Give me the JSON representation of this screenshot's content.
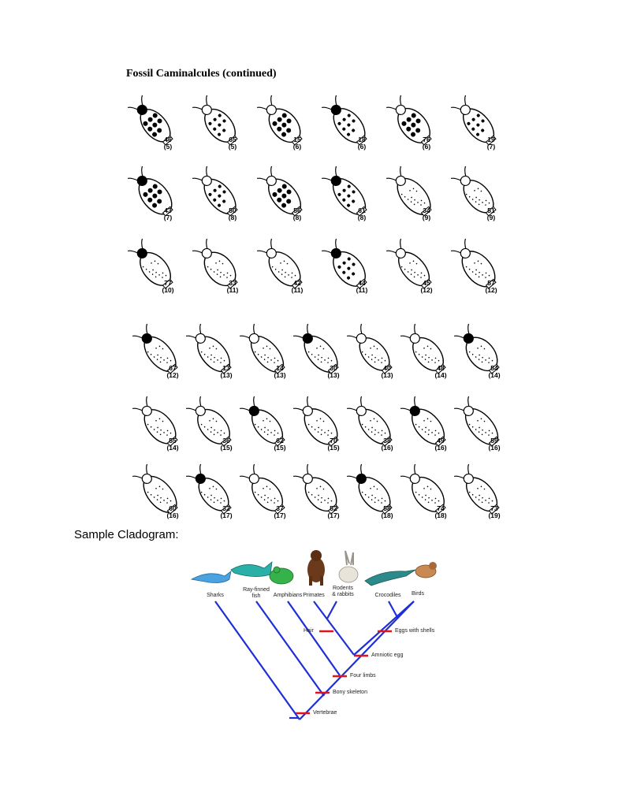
{
  "document": {
    "fossil_title": "Fossil Caminalcules (continued)",
    "specimens": [
      {
        "id": "46",
        "gen": "(5)"
      },
      {
        "id": "65",
        "gen": "(5)"
      },
      {
        "id": "15",
        "gen": "(6)"
      },
      {
        "id": "18",
        "gen": "(6)"
      },
      {
        "id": "76",
        "gen": "(6)"
      },
      {
        "id": "19",
        "gen": "(7)"
      },
      {
        "id": "43",
        "gen": "(7)"
      },
      {
        "id": "50",
        "gen": "(8)"
      },
      {
        "id": "56",
        "gen": "(8)"
      },
      {
        "id": "61",
        "gen": "(8)"
      },
      {
        "id": "34",
        "gen": "(9)"
      },
      {
        "id": "51",
        "gen": "(9)"
      },
      {
        "id": "77",
        "gen": "(10)"
      },
      {
        "id": "33",
        "gen": "(11)"
      },
      {
        "id": "42",
        "gen": "(11)"
      },
      {
        "id": "44",
        "gen": "(11)"
      },
      {
        "id": "45",
        "gen": "(12)"
      },
      {
        "id": "57",
        "gen": "(12)"
      },
      {
        "id": "67",
        "gen": "(12)"
      },
      {
        "id": "13",
        "gen": "(13)"
      },
      {
        "id": "14",
        "gen": "(13)"
      },
      {
        "id": "30",
        "gen": "(13)"
      },
      {
        "id": "40",
        "gen": "(13)"
      },
      {
        "id": "48",
        "gen": "(14)"
      },
      {
        "id": "54",
        "gen": "(14)"
      },
      {
        "id": "55",
        "gen": "(14)"
      },
      {
        "id": "36",
        "gen": "(15)"
      },
      {
        "id": "62",
        "gen": "(15)"
      },
      {
        "id": "70",
        "gen": "(15)"
      },
      {
        "id": "38",
        "gen": "(16)"
      },
      {
        "id": "49",
        "gen": "(16)"
      },
      {
        "id": "59",
        "gen": "(16)"
      },
      {
        "id": "60",
        "gen": "(16)"
      },
      {
        "id": "32",
        "gen": "(17)"
      },
      {
        "id": "37",
        "gen": "(17)"
      },
      {
        "id": "52",
        "gen": "(17)"
      },
      {
        "id": "58",
        "gen": "(18)"
      },
      {
        "id": "74",
        "gen": "(18)"
      },
      {
        "id": "73",
        "gen": "(19)"
      }
    ],
    "cladogram_caption": "Sample Cladogram:",
    "cladogram": {
      "taxa": [
        "Sharks",
        "Ray-finned\nfish",
        "Amphibians",
        "Primates",
        "Rodents\n& rabbits",
        "Crocodiles",
        "Birds"
      ],
      "traits": [
        "Hair",
        "Eggs with shells",
        "Amniotic egg",
        "Four limbs",
        "Bony skeleton",
        "Vertebrae"
      ],
      "colors": {
        "branch": "#1f2fd6",
        "trait_mark": "#e0141e"
      }
    }
  }
}
